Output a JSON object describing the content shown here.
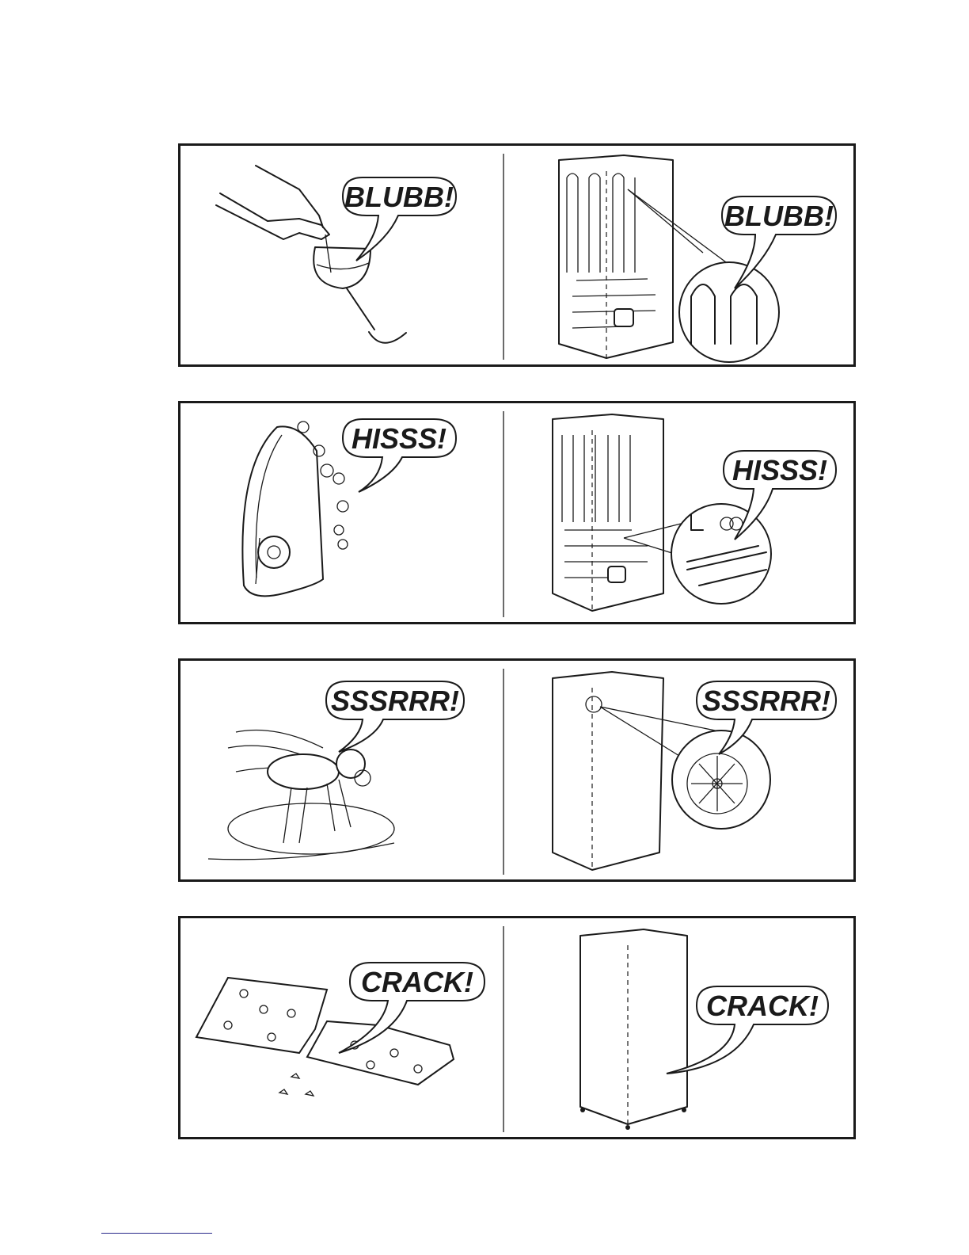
{
  "panels": [
    {
      "left_sound": "BLUBB!",
      "left_object": "wine-bottle-and-glass",
      "right_sound": "BLUBB!",
      "right_object": "fridge-rear-coils"
    },
    {
      "left_sound": "HISSS!",
      "left_object": "steam-iron",
      "right_sound": "HISSS!",
      "right_object": "fridge-rear-coils-zoom"
    },
    {
      "left_sound": "SSSRRR!",
      "left_object": "buzzing-fly",
      "right_sound": "SSSRRR!",
      "right_object": "fridge-fan"
    },
    {
      "left_sound": "CRACK!",
      "left_object": "cracking-cracker",
      "right_sound": "CRACK!",
      "right_object": "fridge-cabinet"
    }
  ]
}
